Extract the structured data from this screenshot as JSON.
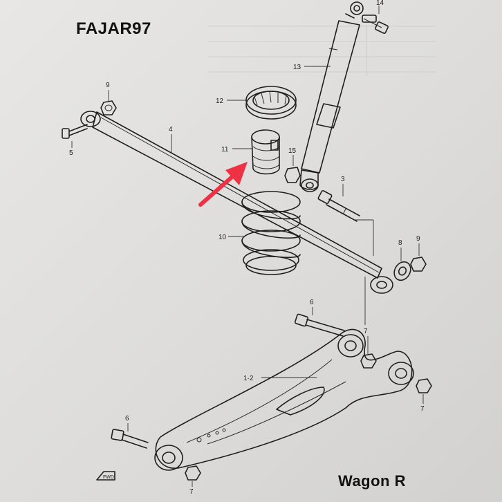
{
  "watermark_top": "FAJAR97",
  "model_label": "Wagon R",
  "callouts": {
    "c14": "14",
    "c13": "13",
    "c12": "12",
    "c9a": "9",
    "c4": "4",
    "c5": "5",
    "c11": "11",
    "c15": "15",
    "c3": "3",
    "c10": "10",
    "c8": "8",
    "c9b": "9",
    "c6a": "6",
    "c7a": "7",
    "c12b": "1·2",
    "c6b": "6",
    "c7b": "7",
    "c7c": "7"
  },
  "front_marker": "FWD",
  "colors": {
    "arrow": "#ee3145",
    "ink": "#1e1e1e",
    "paper": "#e3e2e0"
  }
}
